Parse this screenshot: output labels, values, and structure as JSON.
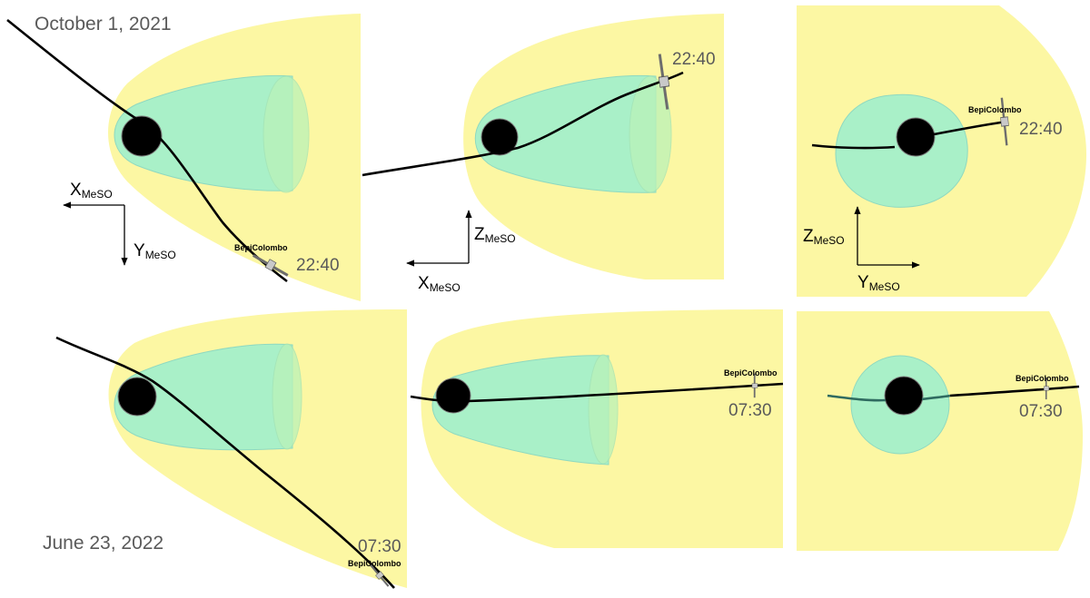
{
  "dates": {
    "top": "October 1, 2021",
    "bottom": "June 23, 2022"
  },
  "spacecraft": "BepiColombo",
  "times": {
    "top": "22:40",
    "bottom": "07:30"
  },
  "axes": {
    "x": "X",
    "y": "Y",
    "z": "Z",
    "subscript": "MeSO"
  },
  "colors": {
    "magnetosheath": "#fcf7a3",
    "magnetosphere": "#a9f0c8",
    "planet": "#000000",
    "trajectory": "#000000",
    "label_gray": "#5a5a5a"
  },
  "icons": [
    "spacecraft-icon",
    "axis-arrow-icon"
  ]
}
